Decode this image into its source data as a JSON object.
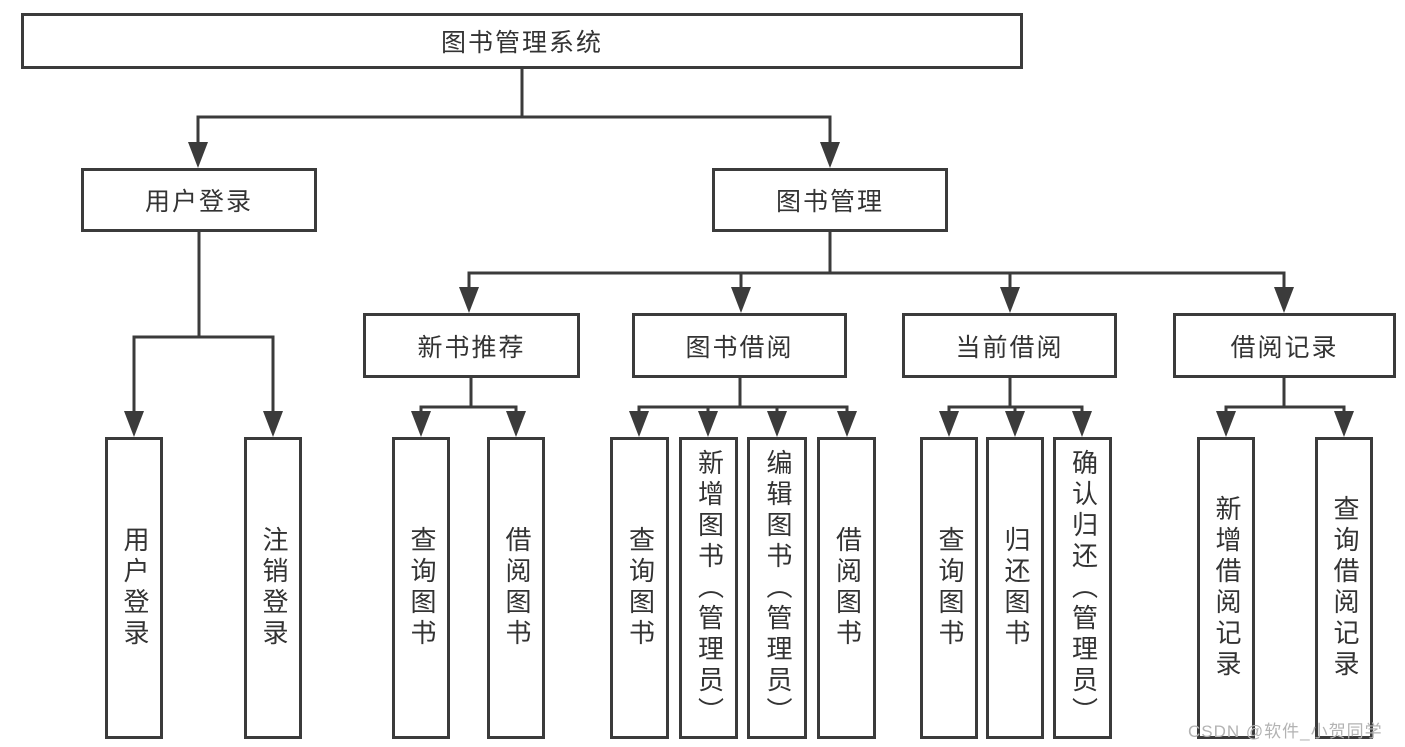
{
  "diagram": {
    "watermark": "CSDN @软件_小贺同学",
    "colors": {
      "line": "#3b3b3b",
      "box_border": "#3b3b3b",
      "box_background": "#ffffff",
      "text": "#333333",
      "watermark": "#b3b3b3"
    },
    "nodes": {
      "root": {
        "label": "图书管理系统"
      },
      "userLogin": {
        "label": "用户登录"
      },
      "bookMgmt": {
        "label": "图书管理"
      },
      "newBookRec": {
        "label": "新书推荐"
      },
      "bookBorrow": {
        "label": "图书借阅"
      },
      "currentBorrow": {
        "label": "当前借阅"
      },
      "borrowRecords": {
        "label": "借阅记录"
      },
      "loginLeaf": {
        "label": "用户登录"
      },
      "logoutLeaf": {
        "label": "注销登录"
      },
      "nbQuery": {
        "label": "查询图书"
      },
      "nbBorrow": {
        "label": "借阅图书"
      },
      "bbQuery": {
        "label": "查询图书"
      },
      "bbAdd": {
        "label": "新增图书（管理员）"
      },
      "bbEdit": {
        "label": "编辑图书（管理员）"
      },
      "bbBorrow": {
        "label": "借阅图书"
      },
      "cbQuery": {
        "label": "查询图书"
      },
      "cbReturn": {
        "label": "归还图书"
      },
      "cbConfirm": {
        "label": "确认归还（管理员）"
      },
      "brAdd": {
        "label": "新增借阅记录"
      },
      "brQuery": {
        "label": "查询借阅记录"
      }
    },
    "hierarchy": [
      {
        "parent": "图书管理系统",
        "children": [
          "用户登录",
          "图书管理"
        ]
      },
      {
        "parent": "用户登录",
        "children": [
          "用户登录",
          "注销登录"
        ]
      },
      {
        "parent": "图书管理",
        "children": [
          "新书推荐",
          "图书借阅",
          "当前借阅",
          "借阅记录"
        ]
      },
      {
        "parent": "新书推荐",
        "children": [
          "查询图书",
          "借阅图书"
        ]
      },
      {
        "parent": "图书借阅",
        "children": [
          "查询图书",
          "新增图书（管理员）",
          "编辑图书（管理员）",
          "借阅图书"
        ]
      },
      {
        "parent": "当前借阅",
        "children": [
          "查询图书",
          "归还图书",
          "确认归还（管理员）"
        ]
      },
      {
        "parent": "借阅记录",
        "children": [
          "新增借阅记录",
          "查询借阅记录"
        ]
      }
    ]
  }
}
